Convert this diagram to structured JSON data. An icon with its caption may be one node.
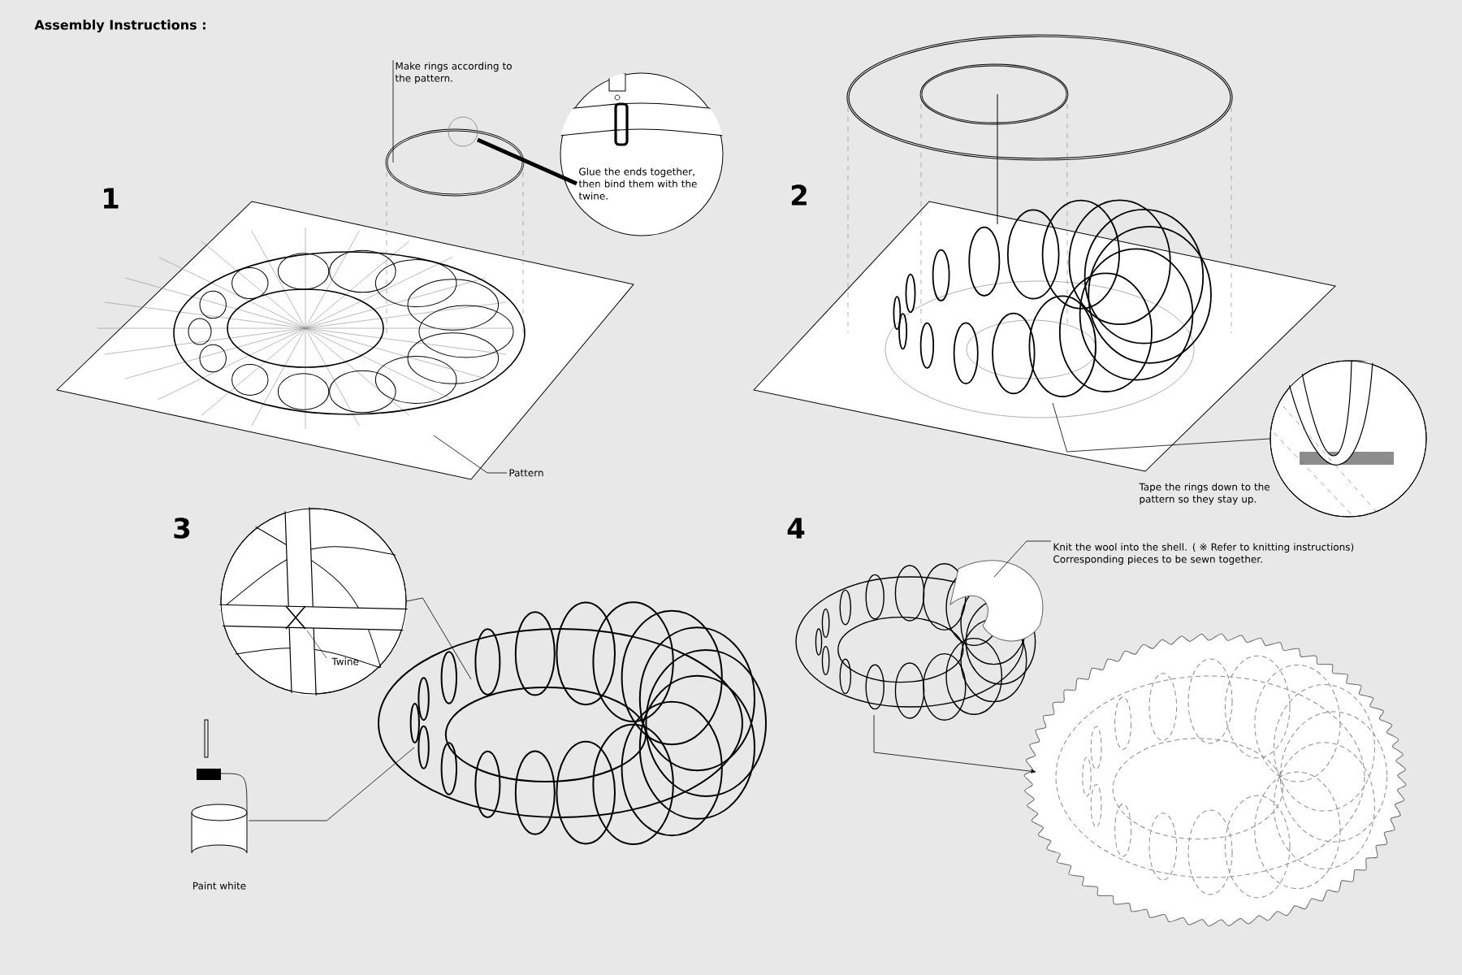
{
  "diagram": {
    "title": "Assembly Instructions :",
    "nodes": [
      {
        "text": [
          "Make rings according to the pattern."
        ]
      },
      {
        "text": [],
        "shape": "picture"
      },
      {
        "text": [
          "Glue the ends together, then bind them with the twine."
        ]
      },
      {
        "text": [],
        "shape": "picture"
      },
      {
        "text": [
          "Pattern"
        ]
      },
      {
        "text": [],
        "shape": "picture"
      },
      {
        "text": [],
        "shape": "picture",
        "beside": [
          "Tape the rings down to the pattern so they stay up."
        ]
      },
      {
        "text": [
          "Twine"
        ]
      },
      {
        "text": [],
        "shape": "picture"
      },
      {
        "text": [],
        "shape": "picture",
        "beside": [
          "Paint white"
        ]
      },
      {
        "text": [],
        "shape": "picture"
      },
      {
        "text": [
          "Knit the wool into the shell. ( ※ Refer to knitting instructions)",
          "Corresponding pieces to be sewn together."
        ]
      },
      {
        "text": [],
        "shape": "picture"
      }
    ],
    "edges": [
      {
        "from": 0,
        "to": 1,
        "arrow": "none"
      },
      {
        "from": 1,
        "to": 2,
        "arrow": "none",
        "style": "thick"
      },
      {
        "from": 4,
        "to": 3,
        "arrow": "none"
      },
      {
        "from": 6,
        "to": 5,
        "arrow": "none"
      },
      {
        "from": 7,
        "to": 8,
        "arrow": "none"
      },
      {
        "from": 9,
        "to": 8,
        "arrow": "none"
      },
      {
        "from": 11,
        "to": 10,
        "arrow": "none"
      },
      {
        "from": 10,
        "to": 12,
        "arrow": "to"
      }
    ],
    "labels": [
      "1",
      "2",
      "3",
      "4"
    ]
  }
}
